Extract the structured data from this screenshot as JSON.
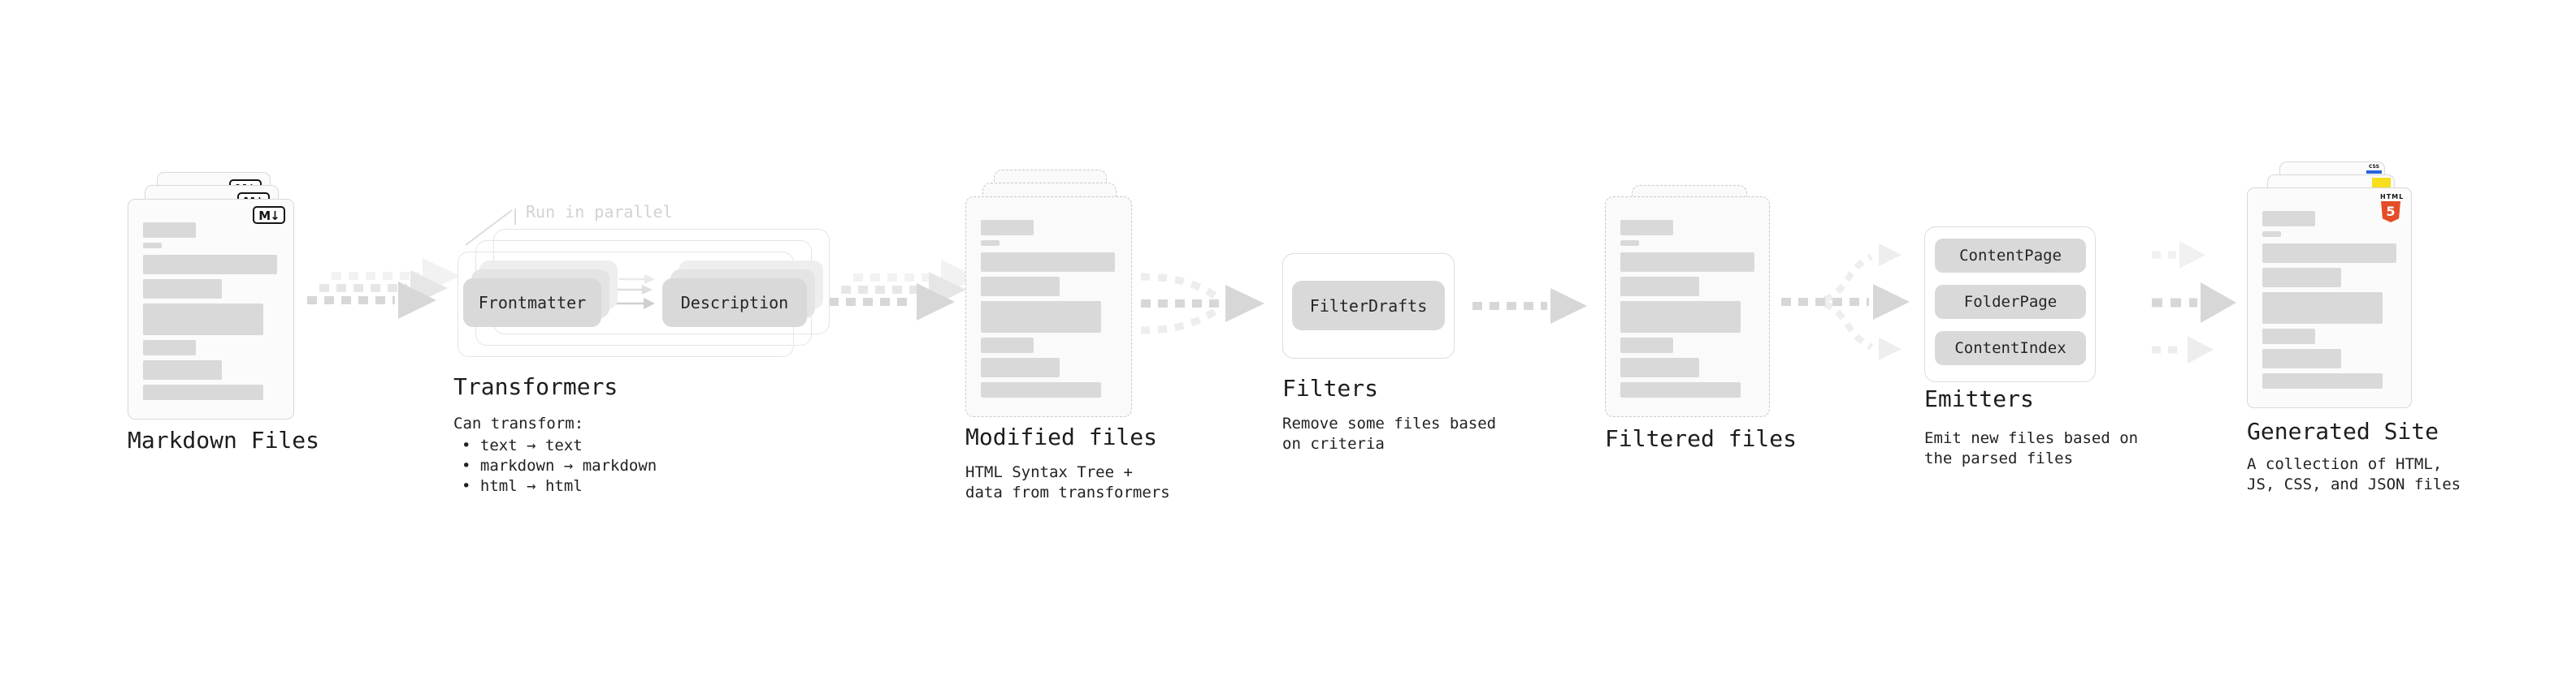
{
  "sections": {
    "markdown_files": {
      "title": "Markdown Files",
      "badge": "M↓"
    },
    "transformers": {
      "title": "Transformers",
      "note": "Run in parallel",
      "pill_left": "Frontmatter",
      "pill_right": "Description",
      "desc_title": "Can transform:",
      "bullets": [
        "• text → text",
        "• markdown → markdown",
        "• html → html"
      ]
    },
    "modified_files": {
      "title": "Modified files",
      "desc": [
        "HTML Syntax Tree +",
        "data from transformers"
      ]
    },
    "filters": {
      "title": "Filters",
      "pill": "FilterDrafts",
      "desc": [
        "Remove some files based",
        "on criteria"
      ]
    },
    "filtered_files": {
      "title": "Filtered files"
    },
    "emitters": {
      "title": "Emitters",
      "pills": [
        "ContentPage",
        "FolderPage",
        "ContentIndex"
      ],
      "desc": [
        "Emit new files based on",
        "the parsed files"
      ]
    },
    "generated_site": {
      "title": "Generated Site",
      "desc": [
        "A collection of HTML,",
        "JS, CSS, and JSON files"
      ],
      "css_badge": "CSS",
      "html_badge_word": "HTML",
      "html_badge_number": "5"
    }
  },
  "colors": {
    "arrow_dark": "#d7d7d7",
    "arrow_light": "#ededed",
    "arrow_faint": "#f2f2f2",
    "html5_orange": "#e44d26",
    "js_yellow": "#f7df1e",
    "css_blue": "#2b63d9"
  }
}
